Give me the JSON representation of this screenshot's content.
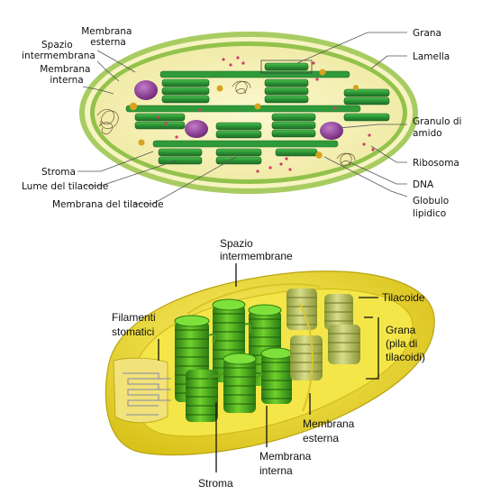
{
  "top_diagram": {
    "labels": {
      "membrana_esterna": [
        "Membrana",
        "esterna"
      ],
      "spazio_intermembrana": [
        "Spazio",
        "intermembrana"
      ],
      "membrana_interna": [
        "Membrana",
        "interna"
      ],
      "stroma": "Stroma",
      "lume_tilacoide": "Lume del tilacoide",
      "membrana_tilacoide": "Membrana del tilacoide",
      "grana": "Grana",
      "lamella": "Lamella",
      "granulo_amido": [
        "Granulo di",
        "amido"
      ],
      "ribosoma": "Ribosoma",
      "dna": "DNA",
      "globulo_lipidico": [
        "Globulo",
        "lipidico"
      ]
    }
  },
  "bottom_diagram": {
    "labels": {
      "spazio_intermembrane": [
        "Spazio",
        "intermembrane"
      ],
      "tilacoide": "Tilacoide",
      "grana": [
        "Grana",
        "(pila di",
        "tilacoidi)"
      ],
      "filamenti_stromatici": [
        "Filamenti",
        "stomatici"
      ],
      "membrana_esterna": [
        "Membrana",
        "esterna"
      ],
      "membrana_interna": [
        "Membrana",
        "interna"
      ],
      "stroma": "Stroma"
    }
  },
  "colors": {
    "outer_membrane": "#8fbf4a",
    "stroma_top": "#f6f2b4",
    "thylakoid_top": "#2f9a3a",
    "starch": "#8a3a92",
    "lipid": "#d9a21e",
    "stroma_bottom": "#f0e23a",
    "thylakoid_bottom": "#3d9a1e"
  }
}
